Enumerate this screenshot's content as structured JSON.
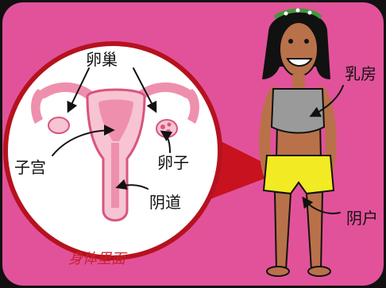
{
  "colors": {
    "background": "#e2529a",
    "border": "#111111",
    "circle_outline": "#b5121e",
    "uterus_light": "#f6c4d2",
    "uterus_mid": "#ef8fae",
    "uterus_dark": "#d9547e",
    "shorts": "#f2ea23",
    "top": "#9a9a9a",
    "skin": "#b9714a",
    "caption": "#c8202c"
  },
  "labels": {
    "ovaries": "卵巢",
    "uterus": "子宫",
    "egg": "卵子",
    "vagina": "阴道",
    "breast": "乳房",
    "vulva": "阴户",
    "caption": "身体里面"
  },
  "icons": [
    "headband-icon",
    "girl-figure-icon",
    "uterus-diagram-icon"
  ]
}
